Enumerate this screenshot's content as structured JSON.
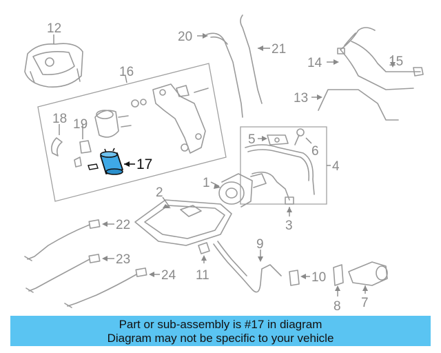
{
  "diagram": {
    "callouts": {
      "c1": "1",
      "c2": "2",
      "c3": "3",
      "c4": "4",
      "c5": "5",
      "c6": "6",
      "c7": "7",
      "c8": "8",
      "c9": "9",
      "c10": "10",
      "c11": "11",
      "c12": "12",
      "c13": "13",
      "c14": "14",
      "c15": "15",
      "c16": "16",
      "c17": "17",
      "c18": "18",
      "c19": "19",
      "c20": "20",
      "c21": "21",
      "c22": "22",
      "c23": "23",
      "c24": "24"
    },
    "highlight_color": "#3fa9e6",
    "highlighted_part": "17"
  },
  "banner": {
    "line1": "Part or sub-assembly is #17 in diagram",
    "line2": "Diagram may not be specific to your vehicle",
    "color": "#5ac4f2"
  }
}
